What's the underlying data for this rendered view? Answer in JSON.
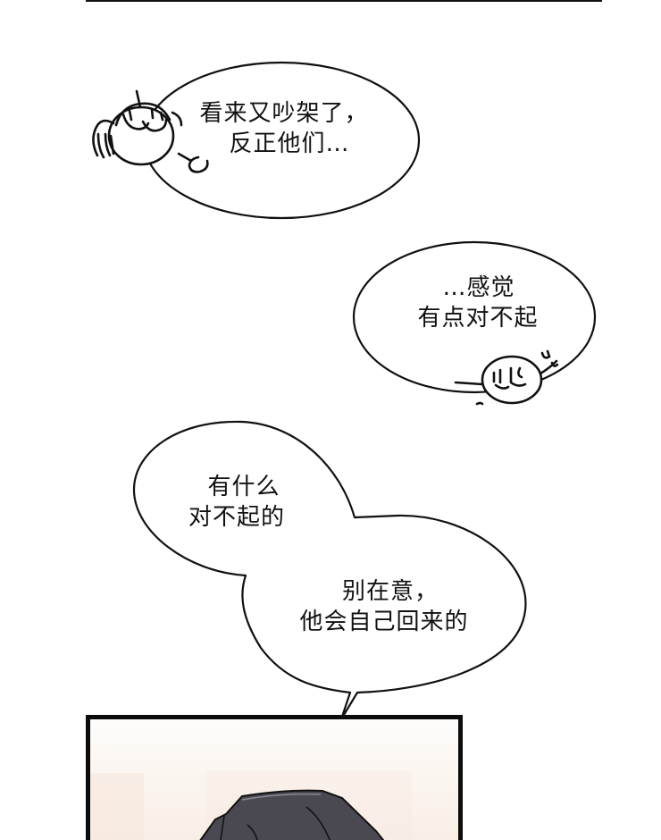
{
  "page": {
    "type": "webcomic-page",
    "background_color": "#ffffff",
    "ink_color": "#111111"
  },
  "bubbles": [
    {
      "id": "bubble-1",
      "lines": [
        "看来又吵架了，",
        "反正他们…"
      ],
      "decoration": "chibi-girl-sighing"
    },
    {
      "id": "bubble-2",
      "lines": [
        "…感觉",
        "有点对不起"
      ],
      "decoration": "chibi-face-sweat"
    },
    {
      "id": "bubble-3",
      "lines": [
        "有什么",
        "对不起的"
      ]
    },
    {
      "id": "bubble-4",
      "lines": [
        "别在意，",
        "他会自己回来的"
      ]
    }
  ],
  "panel": {
    "content": "dark-haired-character-head",
    "hair_color": "#4a4850",
    "background_tint": "#f8eee6"
  }
}
